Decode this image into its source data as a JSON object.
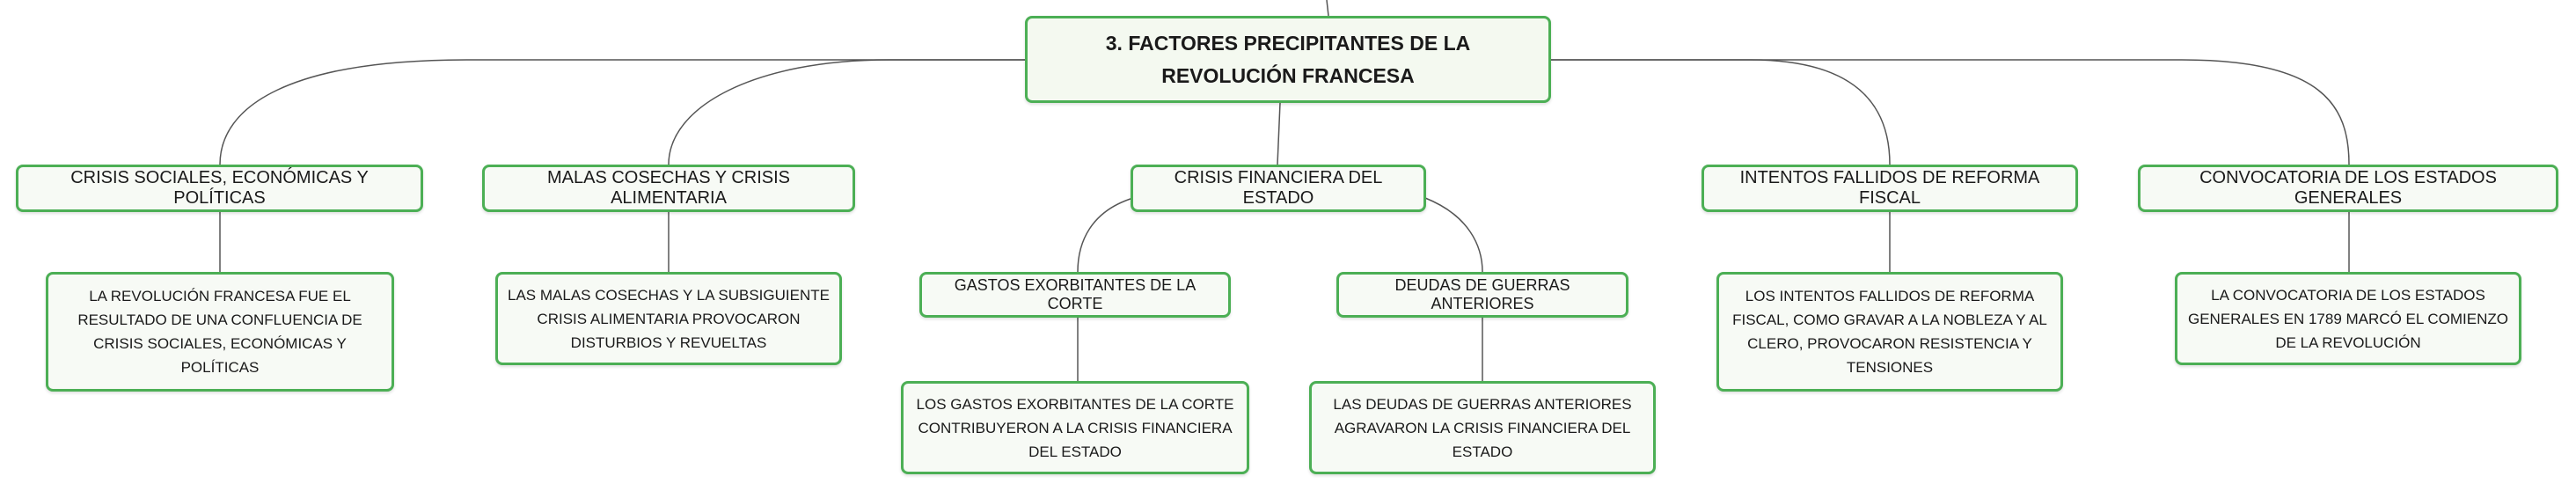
{
  "root": {
    "title": "3. FACTORES PRECIPITANTES DE LA REVOLUCIÓN FRANCESA"
  },
  "branches": [
    {
      "label": "CRISIS SOCIALES, ECONÓMICAS Y POLÍTICAS",
      "detail": "LA REVOLUCIÓN FRANCESA FUE EL RESULTADO DE UNA CONFLUENCIA DE CRISIS SOCIALES, ECONÓMICAS Y POLÍTICAS"
    },
    {
      "label": "MALAS COSECHAS Y CRISIS ALIMENTARIA",
      "detail": "LAS MALAS COSECHAS Y LA SUBSIGUIENTE CRISIS ALIMENTARIA PROVOCARON DISTURBIOS Y REVUELTAS"
    },
    {
      "label": "CRISIS FINANCIERA DEL ESTADO",
      "children": [
        {
          "label": "GASTOS EXORBITANTES DE LA CORTE",
          "detail": "LOS GASTOS EXORBITANTES DE LA CORTE CONTRIBUYERON A LA CRISIS FINANCIERA DEL ESTADO"
        },
        {
          "label": "DEUDAS DE GUERRAS ANTERIORES",
          "detail": "LAS DEUDAS DE GUERRAS ANTERIORES AGRAVARON LA CRISIS FINANCIERA DEL ESTADO"
        }
      ]
    },
    {
      "label": "INTENTOS FALLIDOS DE REFORMA FISCAL",
      "detail": "LOS INTENTOS FALLIDOS DE REFORMA FISCAL, COMO GRAVAR A LA NOBLEZA Y AL CLERO, PROVOCARON RESISTENCIA Y TENSIONES"
    },
    {
      "label": "CONVOCATORIA DE LOS ESTADOS GENERALES",
      "detail": "LA CONVOCATORIA DE LOS ESTADOS GENERALES EN 1789 MARCÓ EL COMIENZO DE LA REVOLUCIÓN"
    }
  ]
}
